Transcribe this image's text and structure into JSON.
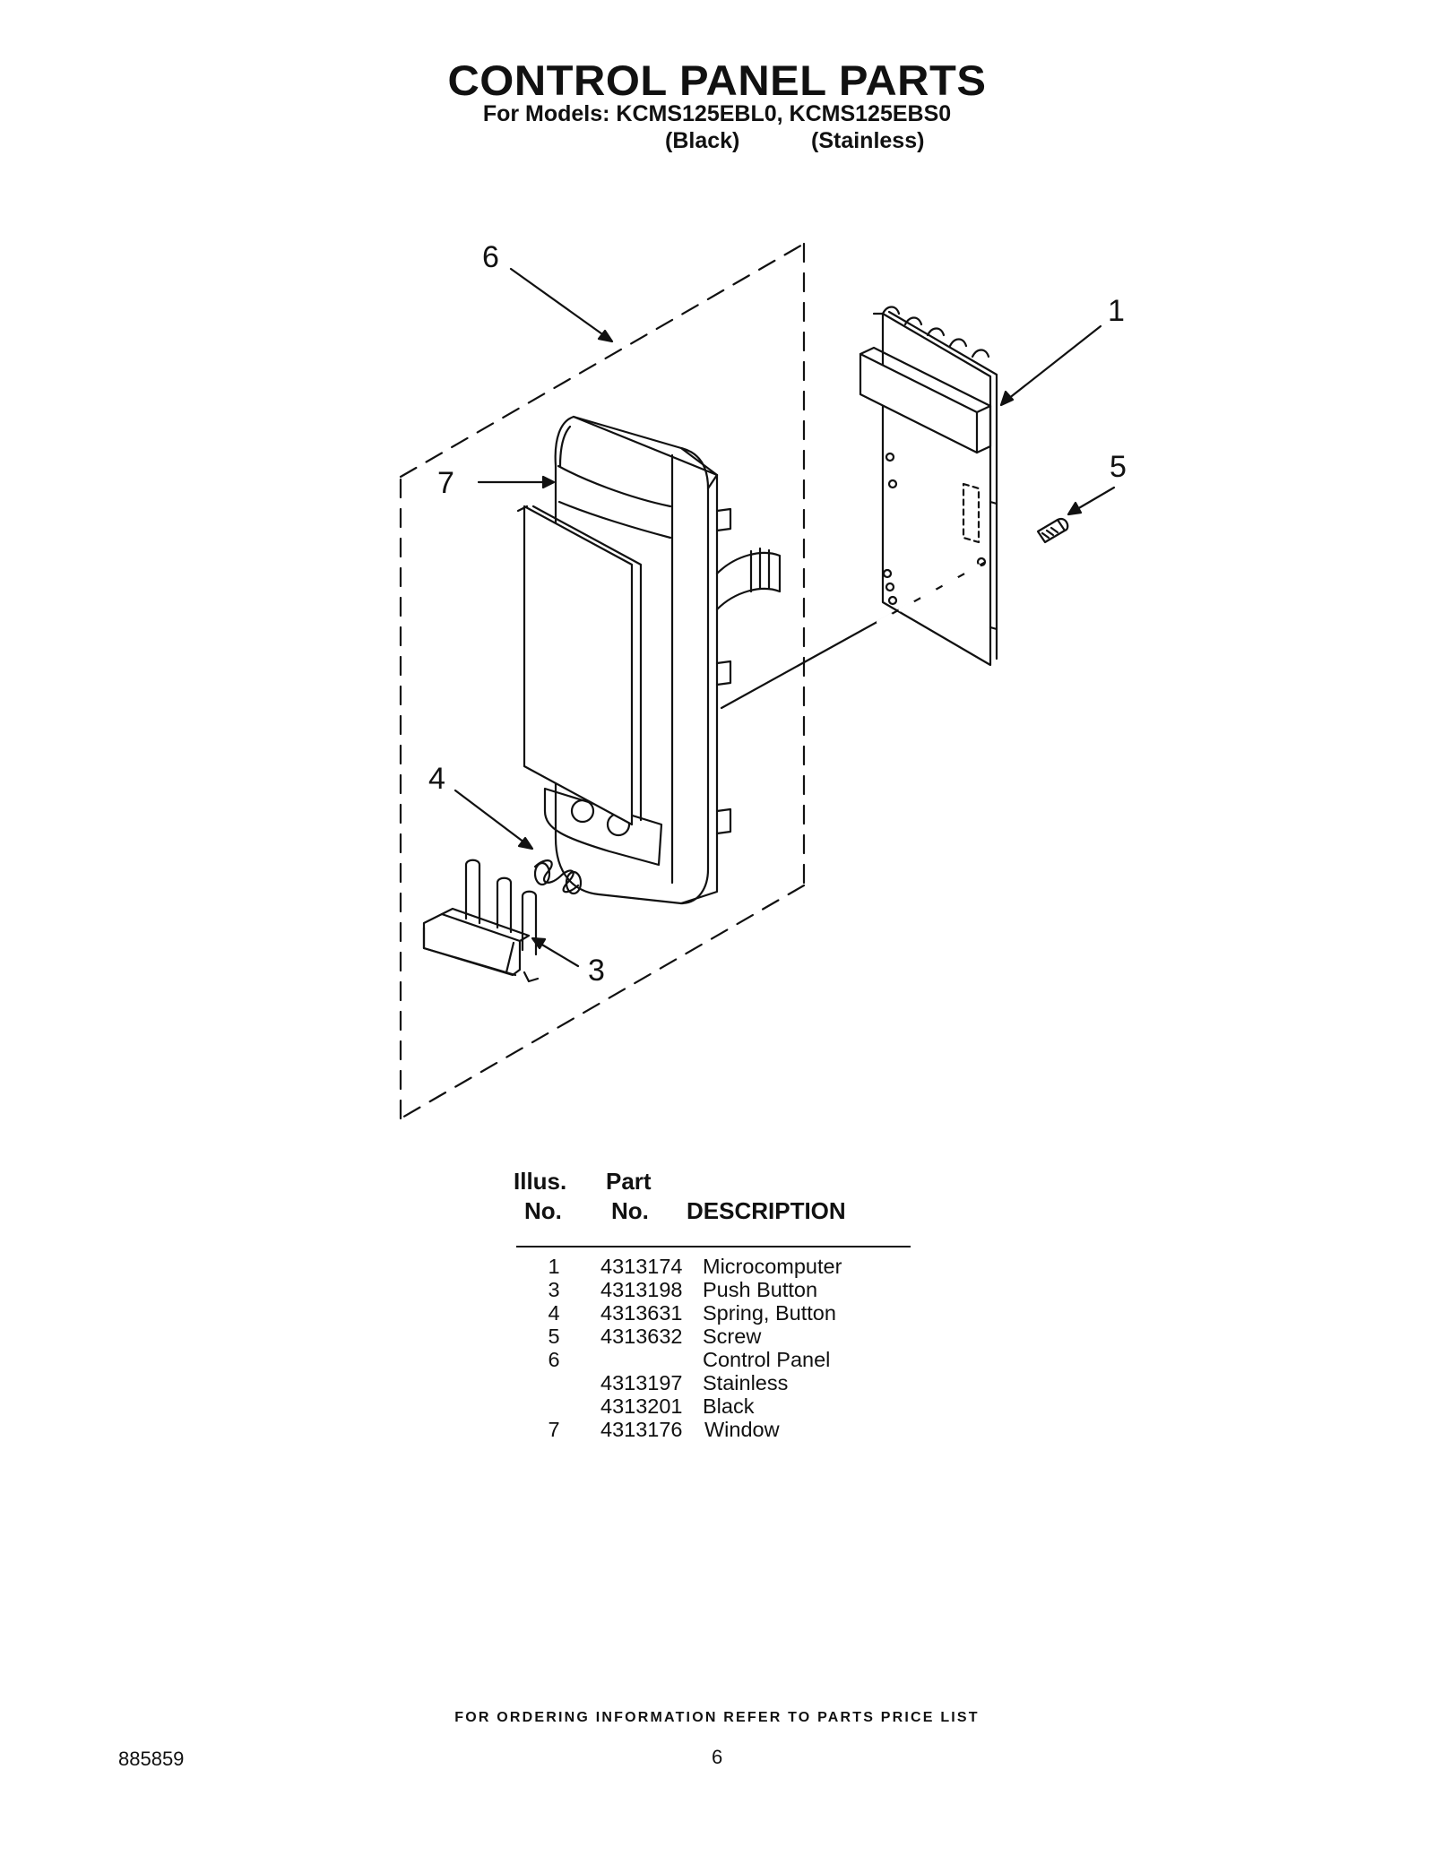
{
  "header": {
    "title": "CONTROL PANEL PARTS",
    "subtitle": "For Models: KCMS125EBL0, KCMS125EBS0",
    "finish_black": "(Black)",
    "finish_stainless": "(Stainless)"
  },
  "diagram": {
    "callouts": [
      "6",
      "1",
      "7",
      "5",
      "4",
      "3"
    ]
  },
  "table": {
    "headers": {
      "illus_top": "Illus.",
      "illus_bottom": "No.",
      "part_top": "Part",
      "part_bottom": "No.",
      "description": "DESCRIPTION"
    },
    "rows": [
      {
        "illus": "1",
        "part": "4313174",
        "desc": "Microcomputer"
      },
      {
        "illus": "3",
        "part": "4313198",
        "desc": "Push Button"
      },
      {
        "illus": "4",
        "part": "4313631",
        "desc": "Spring, Button"
      },
      {
        "illus": "5",
        "part": "4313632",
        "desc": "Screw"
      },
      {
        "illus": "6",
        "part": "",
        "desc": "Control Panel"
      },
      {
        "illus": "",
        "part": "4313197",
        "desc": "Stainless"
      },
      {
        "illus": "",
        "part": "4313201",
        "desc": "Black"
      },
      {
        "illus": "7",
        "part": "4313176",
        "desc": "Window"
      }
    ]
  },
  "footer": {
    "note": "FOR ORDERING INFORMATION REFER TO PARTS PRICE LIST",
    "doc_number": "885859",
    "page_number": "6"
  }
}
